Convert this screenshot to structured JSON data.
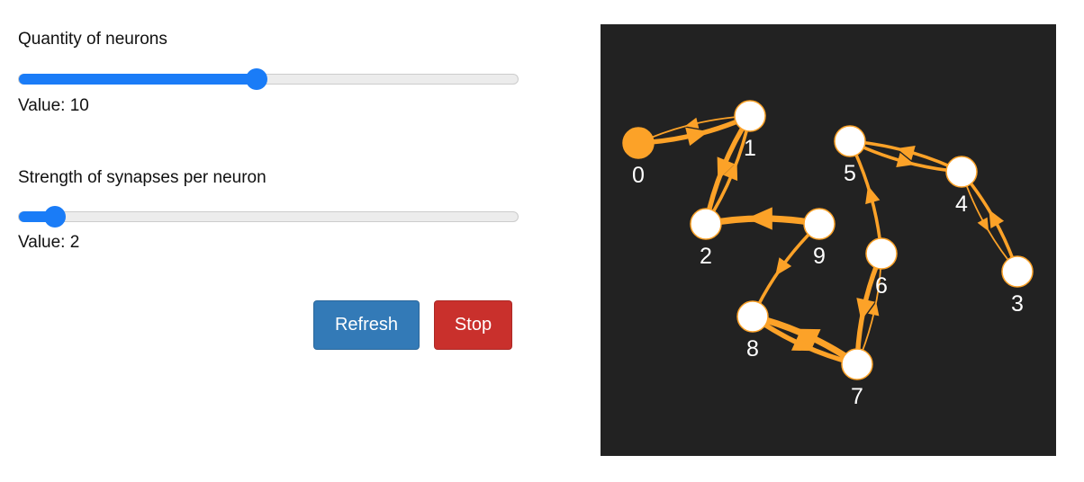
{
  "controls": {
    "neurons": {
      "label": "Quantity of neurons",
      "value_text": "Value: 10",
      "value": 10,
      "min": 1,
      "max": 20
    },
    "strength": {
      "label": "Strength of synapses per neuron",
      "value_text": "Value: 2",
      "value": 2,
      "min": 1,
      "max": 20
    }
  },
  "buttons": {
    "refresh": "Refresh",
    "stop": "Stop"
  },
  "colors": {
    "slider": "#1a7cf7",
    "refresh": "#337ab7",
    "stop": "#c9302c",
    "edge": "#fca228",
    "canvas": "#222222",
    "node": "#ffffff"
  },
  "graph": {
    "nodes": [
      {
        "id": "0",
        "active": true
      },
      {
        "id": "1",
        "active": false
      },
      {
        "id": "2",
        "active": false
      },
      {
        "id": "3",
        "active": false
      },
      {
        "id": "4",
        "active": false
      },
      {
        "id": "5",
        "active": false
      },
      {
        "id": "6",
        "active": false
      },
      {
        "id": "7",
        "active": false
      },
      {
        "id": "8",
        "active": false
      },
      {
        "id": "9",
        "active": false
      }
    ],
    "edges": [
      {
        "from": 0,
        "to": 1,
        "weight": 3
      },
      {
        "from": 1,
        "to": 0,
        "weight": 1
      },
      {
        "from": 1,
        "to": 2,
        "weight": 3
      },
      {
        "from": 2,
        "to": 1,
        "weight": 2
      },
      {
        "from": 9,
        "to": 2,
        "weight": 4
      },
      {
        "from": 9,
        "to": 8,
        "weight": 2
      },
      {
        "from": 8,
        "to": 7,
        "weight": 3
      },
      {
        "from": 7,
        "to": 8,
        "weight": 4
      },
      {
        "from": 6,
        "to": 7,
        "weight": 3
      },
      {
        "from": 7,
        "to": 6,
        "weight": 1
      },
      {
        "from": 6,
        "to": 5,
        "weight": 2
      },
      {
        "from": 5,
        "to": 4,
        "weight": 2
      },
      {
        "from": 4,
        "to": 5,
        "weight": 2
      },
      {
        "from": 4,
        "to": 3,
        "weight": 1
      },
      {
        "from": 3,
        "to": 4,
        "weight": 2
      }
    ]
  }
}
